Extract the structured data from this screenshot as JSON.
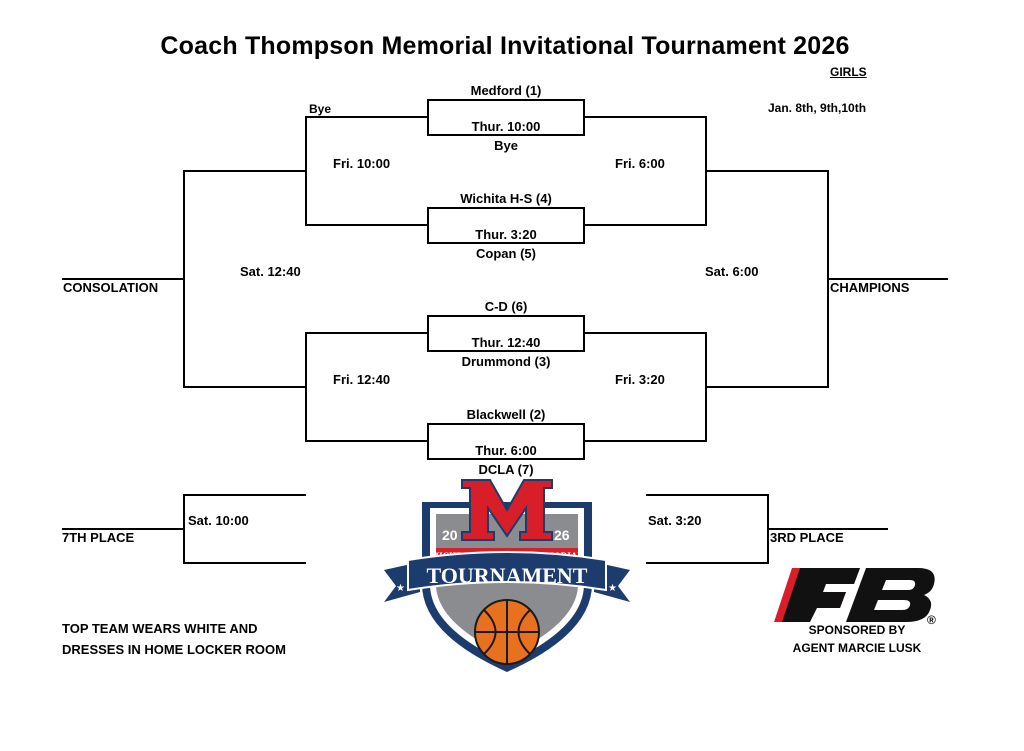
{
  "title": "Coach Thompson Memorial Invitational Tournament 2026",
  "division": "GIRLS",
  "dates": "Jan. 8th, 9th,10th",
  "first_round": [
    {
      "top_team": "Medford (1)",
      "time": "Thur. 10:00",
      "bottom_team": "Bye"
    },
    {
      "top_team": "Wichita H-S (4)",
      "time": "Thur. 3:20",
      "bottom_team": "Copan (5)"
    },
    {
      "top_team": "C-D (6)",
      "time": "Thur. 12:40",
      "bottom_team": "Drummond (3)"
    },
    {
      "top_team": "Blackwell (2)",
      "time": "Thur. 6:00",
      "bottom_team": "DCLA (7)"
    }
  ],
  "bye_label": "Bye",
  "consolation_side": {
    "fri_top": "Fri. 10:00",
    "fri_bottom": "Fri. 12:40",
    "sat": "Sat. 12:40",
    "label": "CONSOLATION"
  },
  "championship_side": {
    "fri_top": "Fri. 6:00",
    "fri_bottom": "Fri. 3:20",
    "sat": "Sat. 6:00",
    "label": "CHAMPIONS"
  },
  "seventh_place": {
    "time": "Sat. 10:00",
    "label": "7TH PLACE"
  },
  "third_place": {
    "time": "Sat. 3:20",
    "label": "3RD PLACE"
  },
  "note_line1": "TOP TEAM WEARS WHITE AND",
  "note_line2": "DRESSES IN HOME LOCKER ROOM",
  "logo": {
    "letter": "M",
    "year_left": "20",
    "year_right": "26",
    "arc_text": "MICHEAL THOMPSON MEMORIAL",
    "banner": "TOURNAMENT",
    "colors": {
      "red": "#d81e28",
      "navy": "#1d3c6e",
      "gray": "#8a8c8f",
      "orange": "#e8711f"
    }
  },
  "sponsor": {
    "mark": "®",
    "line1": "SPONSORED BY",
    "line2": "AGENT MARCIE LUSK"
  }
}
